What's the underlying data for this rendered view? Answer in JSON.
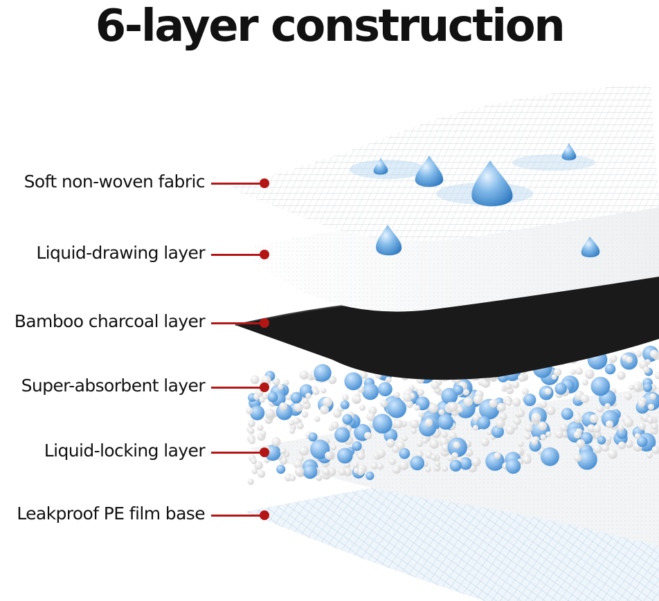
{
  "title": "6-layer construction",
  "layers": [
    {
      "label": "Soft non-woven fabric"
    },
    {
      "label": "Liquid-drawing layer"
    },
    {
      "label": "Bamboo charcoal layer"
    },
    {
      "label": "Super-absorbent layer"
    },
    {
      "label": "Liquid-locking layer"
    },
    {
      "label": "Leakproof PE film base"
    }
  ],
  "colors": {
    "leader": "#b41616",
    "title": "#111111",
    "charcoal": "#1a1a1a",
    "droplet": "#4f9ad8",
    "mesh": "#c9ced4"
  }
}
